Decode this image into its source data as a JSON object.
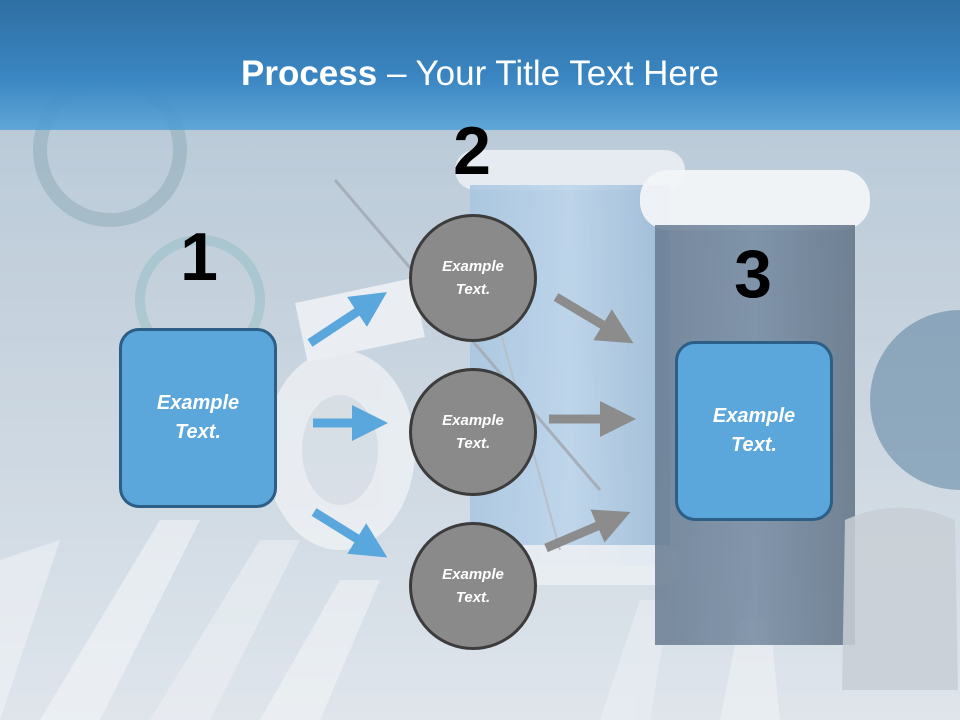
{
  "title": {
    "bold": "Process",
    "rest": " – Your Title Text Here"
  },
  "steps": [
    {
      "number": "1",
      "text": "Example\nText."
    },
    {
      "number": "2",
      "items": [
        "Example\nText.",
        "Example\nText.",
        "Example\nText."
      ]
    },
    {
      "number": "3",
      "text": "Example\nText."
    }
  ],
  "colors": {
    "title_bar": "#3a86c2",
    "box_fill": "#5ba6db",
    "box_border": "#2c5e86",
    "circle_fill": "#8a8a8a",
    "circle_border": "#3c3c3c",
    "blue_arrow": "#5aa7dd",
    "gray_arrow": "#8c8c8c"
  },
  "background": "sewing-thread-spools-photo"
}
